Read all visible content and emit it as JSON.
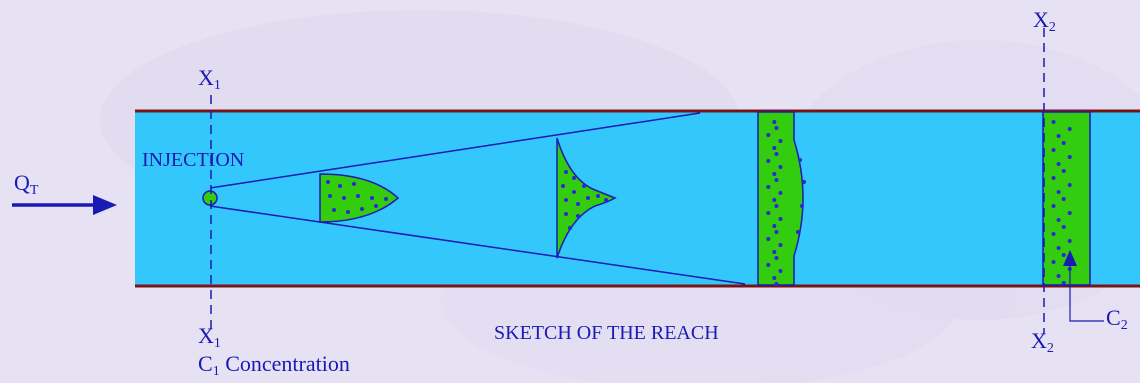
{
  "diagram": {
    "flow_label": {
      "main": "Q",
      "sub": "T"
    },
    "injection_label": "INJECTION",
    "section_1_top": {
      "main": "X",
      "sub": "1"
    },
    "section_1_bottom": {
      "main": "X",
      "sub": "1"
    },
    "section_2_top": {
      "main": "X",
      "sub": "2"
    },
    "section_2_bottom": {
      "main": "X",
      "sub": "2"
    },
    "concentration_1": {
      "main": "C",
      "sub": "1",
      "rest": " Concentration"
    },
    "concentration_2": {
      "main": "C",
      "sub": "2"
    },
    "caption": "SKETCH OF THE REACH"
  },
  "colors": {
    "background": "#e6e2f3",
    "water": "#33c7fc",
    "bank": "#7a1414",
    "tracer_cloud": "#33cc0f",
    "line": "#1a1ab4",
    "dots": "#2a2ad0"
  }
}
